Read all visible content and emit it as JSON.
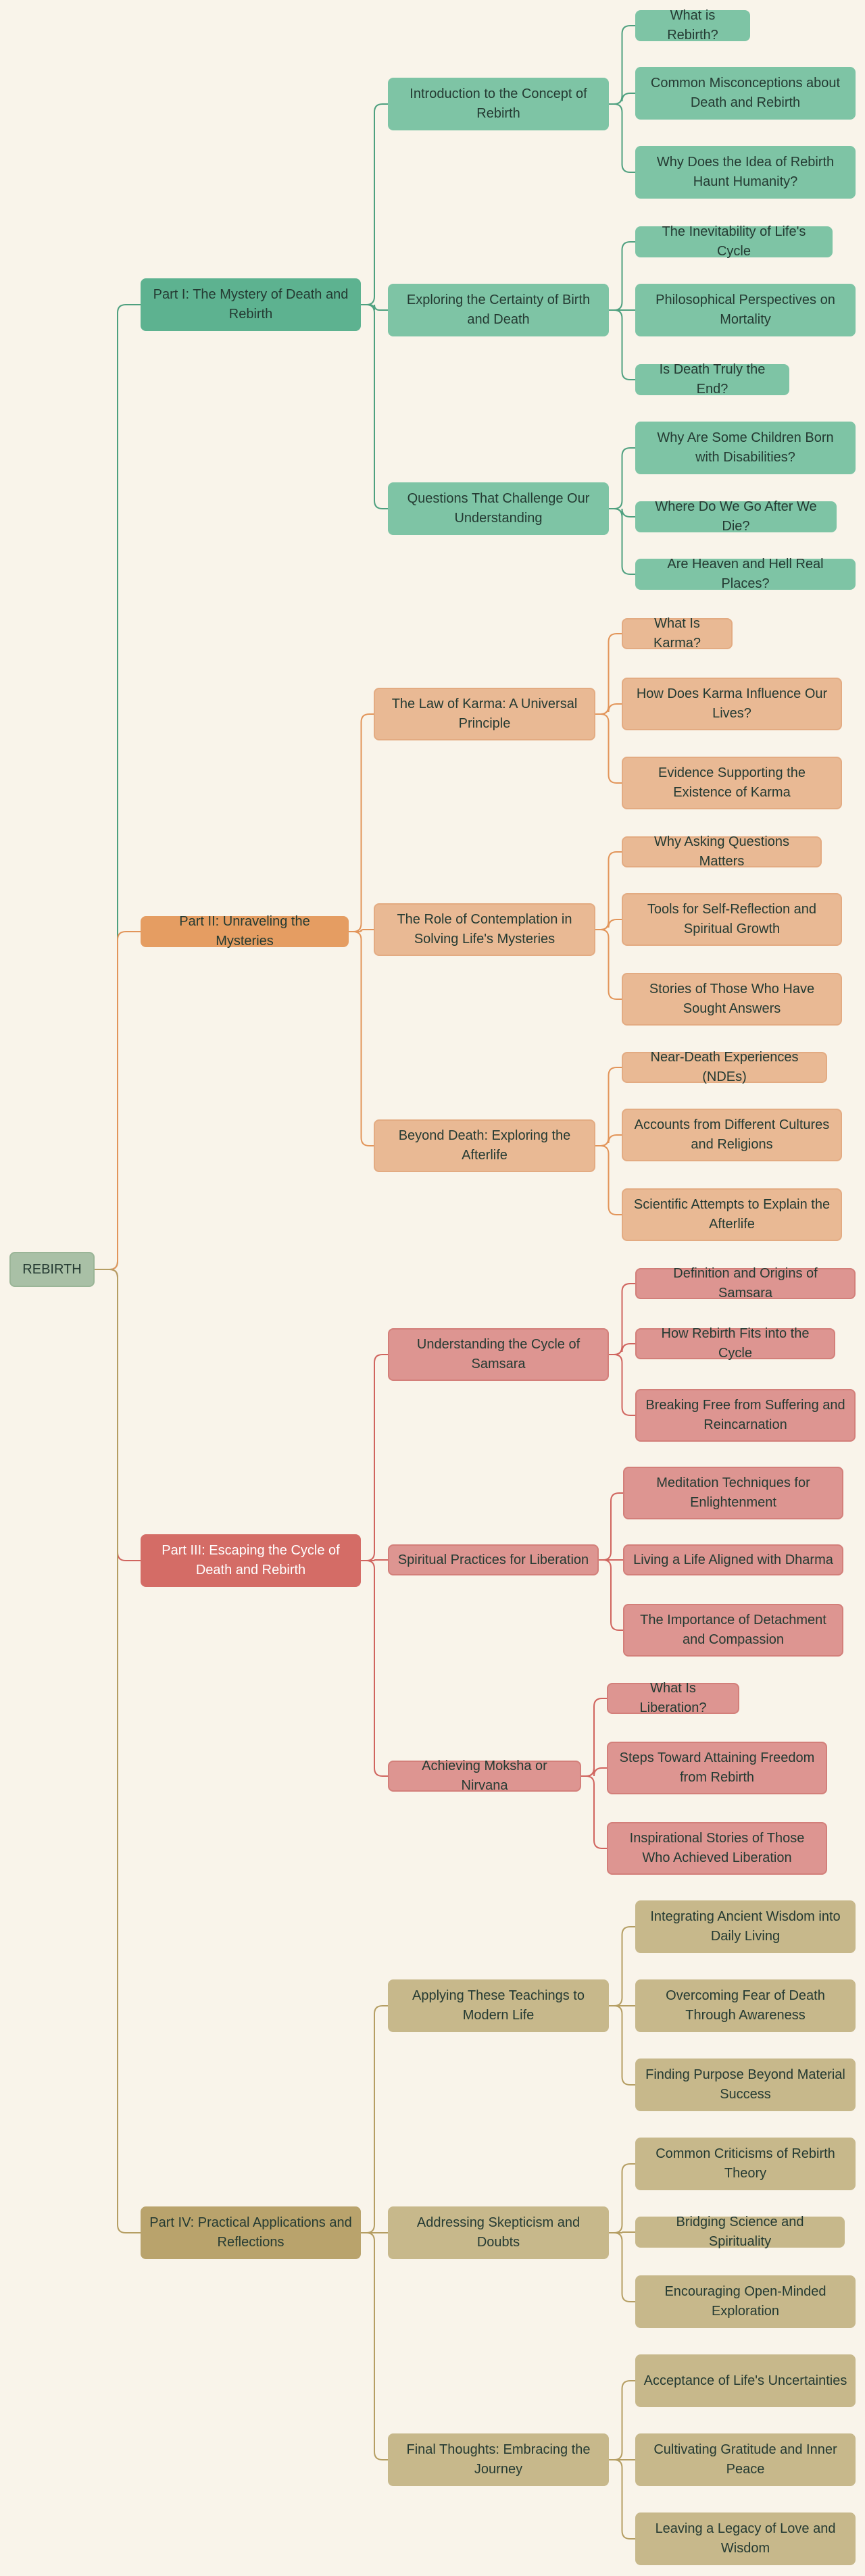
{
  "root": "REBIRTH",
  "colors": {
    "background": "#f9f4ea",
    "part1": "#5db290",
    "part1_child": "#7ec4a5",
    "part1_line": "#4ea07f",
    "part2": "#e59d62",
    "part2_child": "#e9b994",
    "part2_line": "#e2955a",
    "part3": "#d46c66",
    "part3_child": "#dd9591",
    "part3_line": "#d0645e",
    "part4": "#b9a36c",
    "part4_child": "#c7b88b",
    "part4_line": "#b59e63"
  },
  "parts": [
    {
      "label": "Part I: The Mystery of Death and Rebirth",
      "sections": [
        {
          "label": "Introduction to the Concept of Rebirth",
          "topics": [
            "What is Rebirth?",
            "Common Misconceptions about Death and Rebirth",
            "Why Does the Idea of Rebirth Haunt Humanity?"
          ]
        },
        {
          "label": "Exploring the Certainty of Birth and Death",
          "topics": [
            "The Inevitability of Life's Cycle",
            "Philosophical Perspectives on Mortality",
            "Is Death Truly the End?"
          ]
        },
        {
          "label": "Questions That Challenge Our Understanding",
          "topics": [
            "Why Are Some Children Born with Disabilities?",
            "Where Do We Go After We Die?",
            "Are Heaven and Hell Real Places?"
          ]
        }
      ]
    },
    {
      "label": "Part II: Unraveling the Mysteries",
      "sections": [
        {
          "label": "The Law of Karma: A Universal Principle",
          "topics": [
            "What Is Karma?",
            "How Does Karma Influence Our Lives?",
            "Evidence Supporting the Existence of Karma"
          ]
        },
        {
          "label": "The Role of Contemplation in Solving Life's Mysteries",
          "topics": [
            "Why Asking Questions Matters",
            "Tools for Self-Reflection and Spiritual Growth",
            "Stories of Those Who Have Sought Answers"
          ]
        },
        {
          "label": "Beyond Death: Exploring the Afterlife",
          "topics": [
            "Near-Death Experiences (NDEs)",
            "Accounts from Different Cultures and Religions",
            "Scientific Attempts to Explain the Afterlife"
          ]
        }
      ]
    },
    {
      "label": "Part III: Escaping the Cycle of Death and Rebirth",
      "sections": [
        {
          "label": "Understanding the Cycle of Samsara",
          "topics": [
            "Definition and Origins of Samsara",
            "How Rebirth Fits into the Cycle",
            "Breaking Free from Suffering and Reincarnation"
          ]
        },
        {
          "label": "Spiritual Practices for Liberation",
          "topics": [
            "Meditation Techniques for Enlightenment",
            "Living a Life Aligned with Dharma",
            "The Importance of Detachment and Compassion"
          ]
        },
        {
          "label": "Achieving Moksha or Nirvana",
          "topics": [
            "What Is Liberation?",
            "Steps Toward Attaining Freedom from Rebirth",
            "Inspirational Stories of Those Who Achieved Liberation"
          ]
        }
      ]
    },
    {
      "label": "Part IV: Practical Applications and Reflections",
      "sections": [
        {
          "label": "Applying These Teachings to Modern Life",
          "topics": [
            "Integrating Ancient Wisdom into Daily Living",
            "Overcoming Fear of Death Through Awareness",
            "Finding Purpose Beyond Material Success"
          ]
        },
        {
          "label": "Addressing Skepticism and Doubts",
          "topics": [
            "Common Criticisms of Rebirth Theory",
            "Bridging Science and Spirituality",
            "Encouraging Open-Minded Exploration"
          ]
        },
        {
          "label": "Final Thoughts: Embracing the Journey",
          "topics": [
            "Acceptance of Life's Uncertainties",
            "Cultivating Gratitude and Inner Peace",
            "Leaving a Legacy of Love and Wisdom"
          ]
        }
      ]
    }
  ]
}
